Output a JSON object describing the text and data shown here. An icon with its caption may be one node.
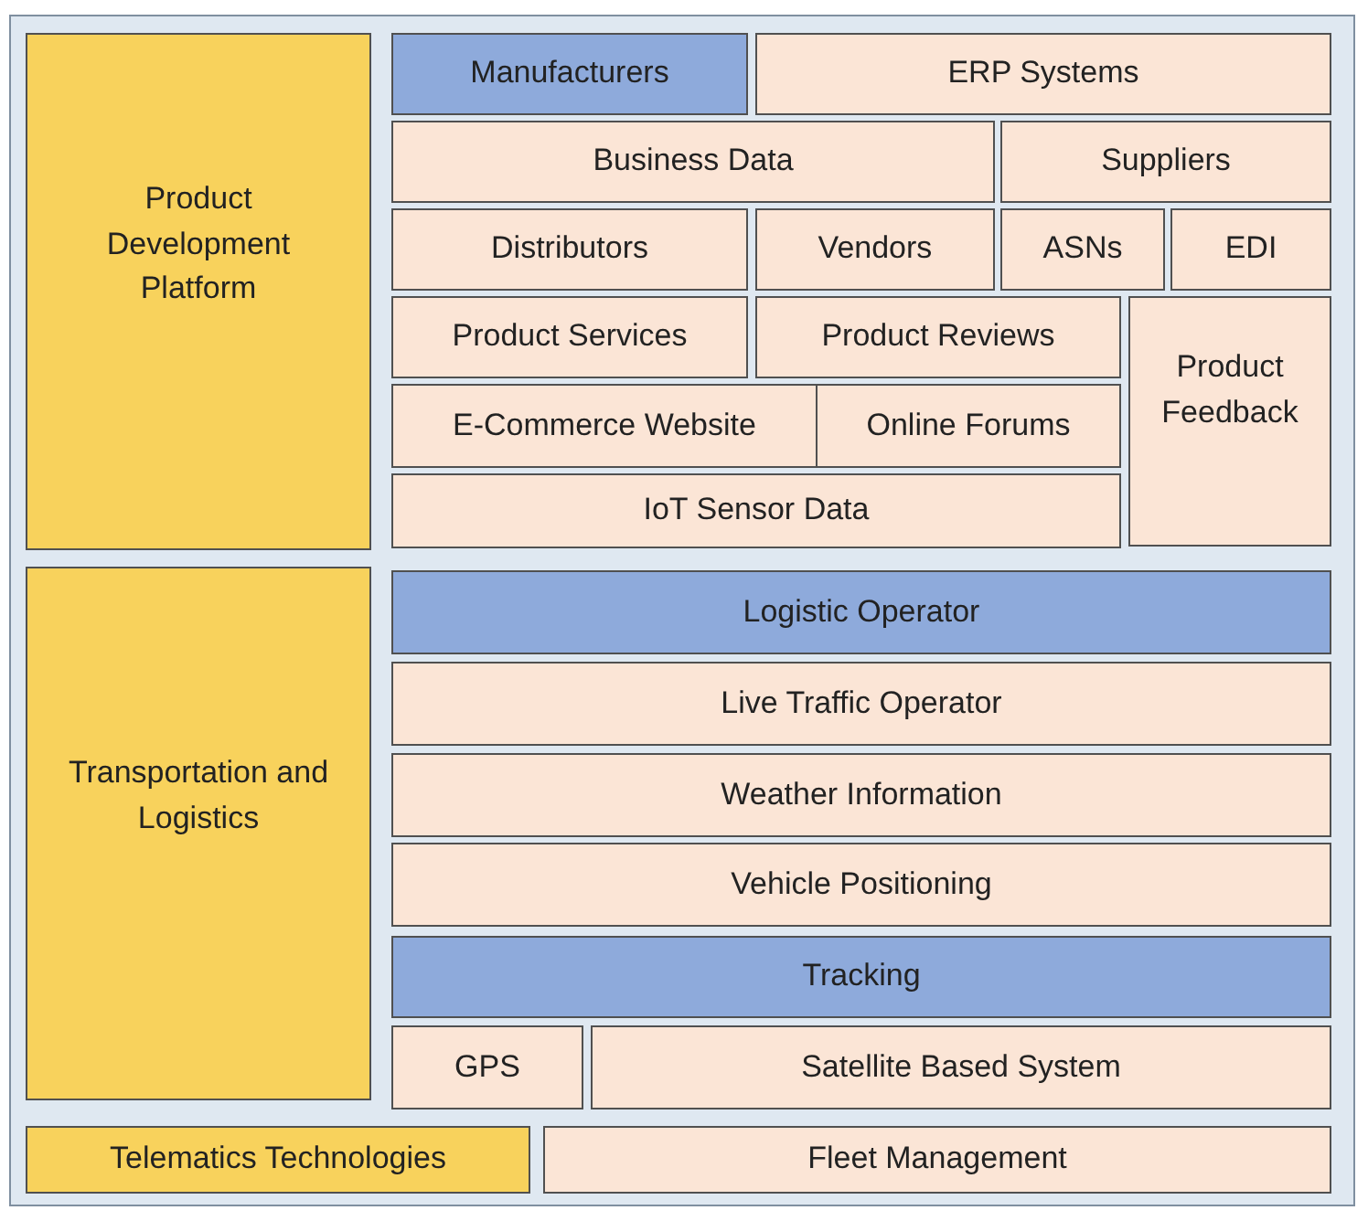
{
  "diagram": {
    "nodes": [
      {
        "text": [
          "Product Development Platform"
        ]
      },
      {
        "text": [
          "Manufacturers"
        ]
      },
      {
        "text": [
          "ERP Systems"
        ]
      },
      {
        "text": [
          "Business Data"
        ]
      },
      {
        "text": [
          "Suppliers"
        ]
      },
      {
        "text": [
          "Distributors"
        ]
      },
      {
        "text": [
          "Vendors"
        ]
      },
      {
        "text": [
          "ASNs"
        ]
      },
      {
        "text": [
          "EDI"
        ]
      },
      {
        "text": [
          "Product Services"
        ]
      },
      {
        "text": [
          "Product Reviews"
        ]
      },
      {
        "text": [
          "Product Feedback"
        ]
      },
      {
        "text": [
          "E-Commerce Website"
        ]
      },
      {
        "text": [
          "Online Forums"
        ]
      },
      {
        "text": [
          "IoT Sensor Data"
        ]
      },
      {
        "text": [
          "Transportation and Logistics"
        ]
      },
      {
        "text": [
          "Logistic Operator"
        ]
      },
      {
        "text": [
          "Live Traffic Operator"
        ]
      },
      {
        "text": [
          "Weather Information"
        ]
      },
      {
        "text": [
          "Vehicle Positioning"
        ]
      },
      {
        "text": [
          "Tracking"
        ]
      },
      {
        "text": [
          "GPS"
        ]
      },
      {
        "text": [
          "Satellite Based System"
        ]
      },
      {
        "text": [
          "Telematics Technologies"
        ]
      },
      {
        "text": [
          "Fleet Management"
        ]
      }
    ]
  }
}
